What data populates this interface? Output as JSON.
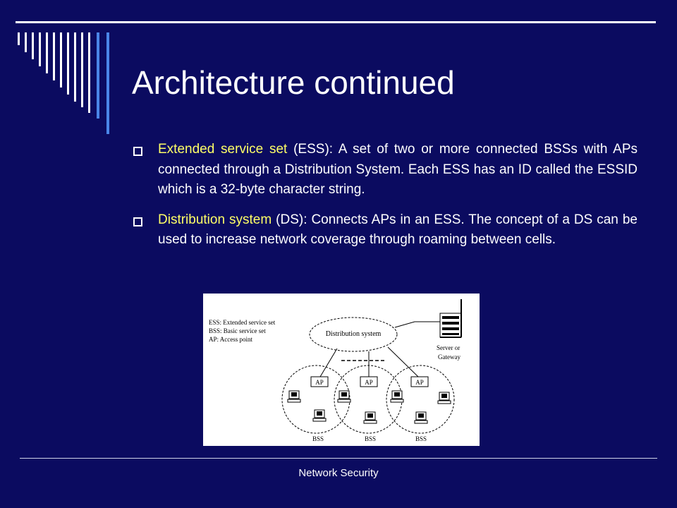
{
  "slide": {
    "title": "Architecture continued",
    "bullets": [
      {
        "term": "Extended service set",
        "text": " (ESS): A set of two or more connected BSSs with APs connected through a Distribution System. Each ESS has an ID called the ESSID which is a 32-byte character string."
      },
      {
        "term": "Distribution system",
        "text": " (DS): Connects APs in an ESS. The concept of a DS can be used to increase network coverage through roaming between cells."
      }
    ],
    "footer": "Network Security"
  },
  "figure": {
    "legend": [
      "ESS: Extended service set",
      "BSS: Basic service set",
      "AP: Access point"
    ],
    "ds_label": "Distribution system",
    "server_label_1": "Server or",
    "server_label_2": "Gateway",
    "ap_label": "AP",
    "bss_label": "BSS"
  },
  "colors": {
    "background": "#0b0b60",
    "text": "#ffffff",
    "term": "#ffff66"
  }
}
